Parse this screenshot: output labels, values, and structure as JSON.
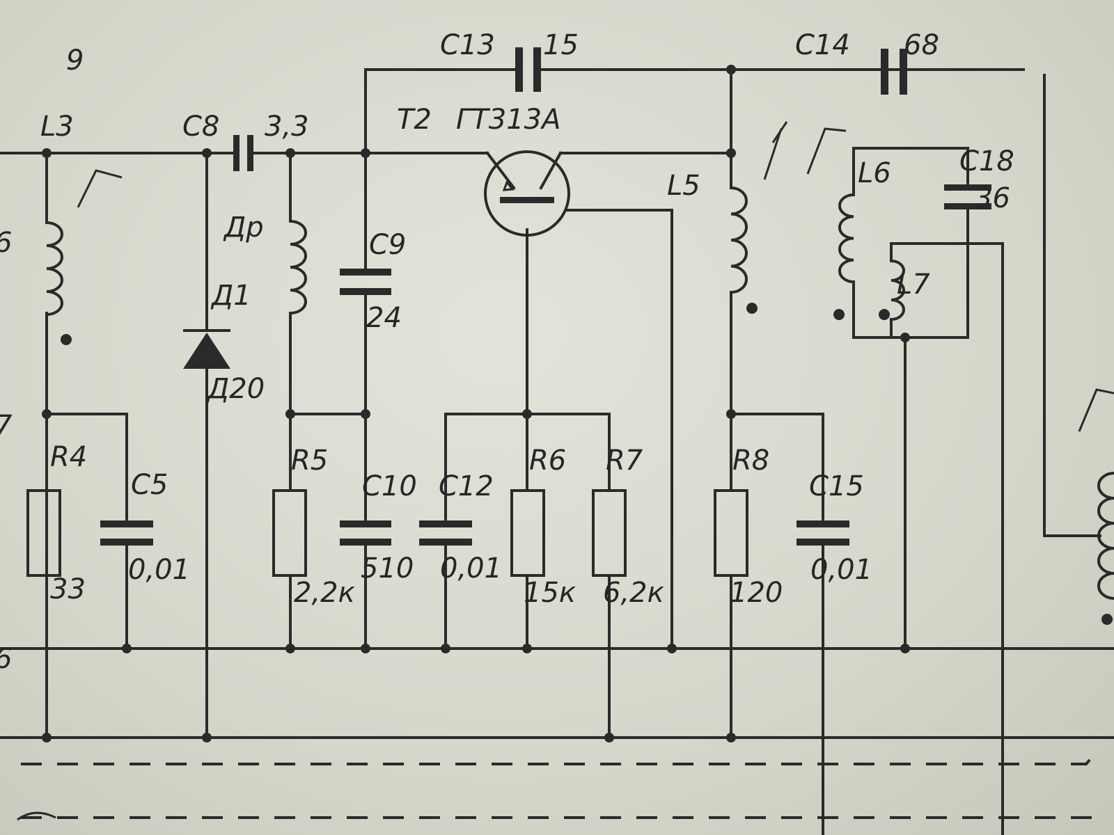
{
  "transistor": {
    "ref": "Т2",
    "type": "ГТ313А"
  },
  "handwritten_mark": "9",
  "left_edge_labels": [
    "6",
    "7",
    "6"
  ],
  "components": [
    {
      "ref": "L3"
    },
    {
      "ref": "R4",
      "value": "33"
    },
    {
      "ref": "C5",
      "value": "0,01"
    },
    {
      "ref": "C8",
      "value": "3,3"
    },
    {
      "ref": "Д1",
      "value": "Д20"
    },
    {
      "ref": "Др"
    },
    {
      "ref": "R5",
      "value": "2,2к"
    },
    {
      "ref": "C9",
      "value": "24"
    },
    {
      "ref": "C10",
      "value": "510"
    },
    {
      "ref": "C12",
      "value": "0,01"
    },
    {
      "ref": "R6",
      "value": "15к"
    },
    {
      "ref": "R7",
      "value": "6,2к"
    },
    {
      "ref": "C13",
      "value": "15"
    },
    {
      "ref": "C14",
      "value": "68"
    },
    {
      "ref": "L5"
    },
    {
      "ref": "L6"
    },
    {
      "ref": "L7"
    },
    {
      "ref": "C18",
      "value": "36"
    },
    {
      "ref": "R8",
      "value": "120"
    },
    {
      "ref": "C15",
      "value": "0,01"
    }
  ],
  "colors": {
    "paper": "#d9d9cf",
    "ink": "#2a2a2a"
  }
}
